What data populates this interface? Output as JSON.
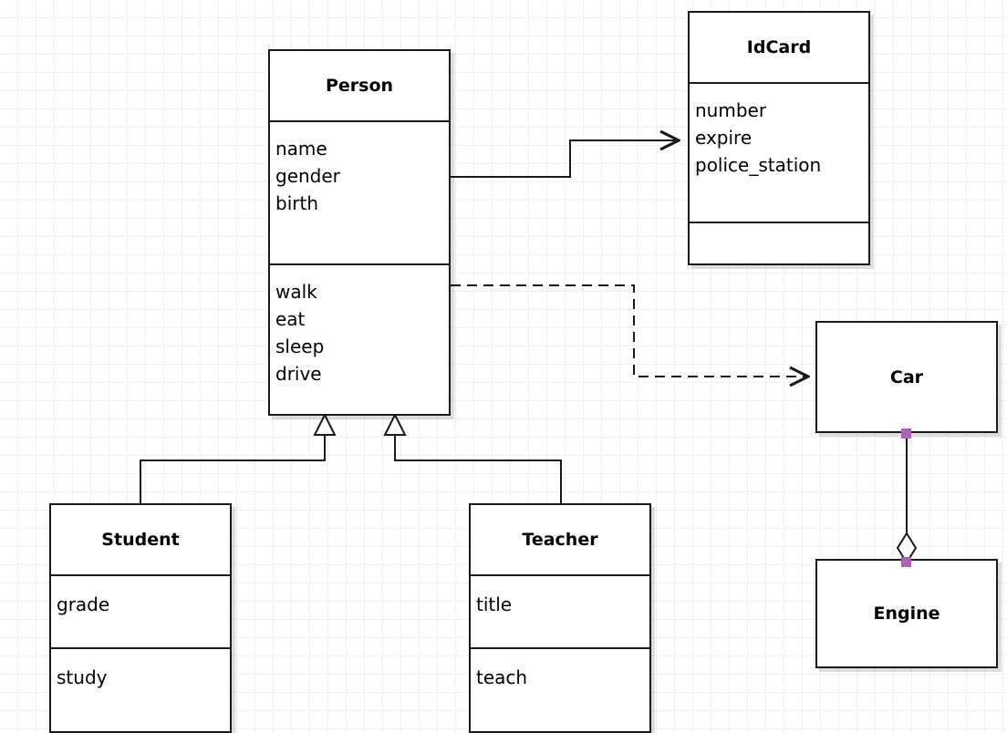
{
  "diagram": {
    "type": "uml-class-diagram",
    "background": "#ffffff",
    "grid_color": "#efefef",
    "line_color": "#1a1a1a",
    "handle_color": "#ab62b6"
  },
  "classes": {
    "person": {
      "name": "Person",
      "attributes": [
        "name",
        "gender",
        "birth"
      ],
      "methods": [
        "walk",
        "eat",
        "sleep",
        "drive"
      ]
    },
    "idcard": {
      "name": "IdCard",
      "attributes": [
        "number",
        "expire",
        "police_station"
      ],
      "methods": []
    },
    "car": {
      "name": "Car",
      "attributes": [],
      "methods": []
    },
    "engine": {
      "name": "Engine",
      "attributes": [],
      "methods": []
    },
    "student": {
      "name": "Student",
      "attributes": [
        "grade"
      ],
      "methods": [
        "study"
      ]
    },
    "teacher": {
      "name": "Teacher",
      "attributes": [
        "title"
      ],
      "methods": [
        "teach"
      ]
    }
  },
  "relations": [
    {
      "id": "person-idcard",
      "kind": "association",
      "from": "Person",
      "to": "IdCard",
      "style": "solid",
      "arrow": "open"
    },
    {
      "id": "person-car",
      "kind": "dependency",
      "from": "Person",
      "to": "Car",
      "style": "dashed",
      "arrow": "open"
    },
    {
      "id": "student-person",
      "kind": "generalization",
      "from": "Student",
      "to": "Person",
      "style": "solid",
      "arrow": "hollow-triangle"
    },
    {
      "id": "teacher-person",
      "kind": "generalization",
      "from": "Teacher",
      "to": "Person",
      "style": "solid",
      "arrow": "hollow-triangle"
    },
    {
      "id": "car-engine",
      "kind": "aggregation",
      "from": "Car",
      "to": "Engine",
      "style": "solid",
      "arrow": "hollow-diamond",
      "selected": true
    }
  ]
}
